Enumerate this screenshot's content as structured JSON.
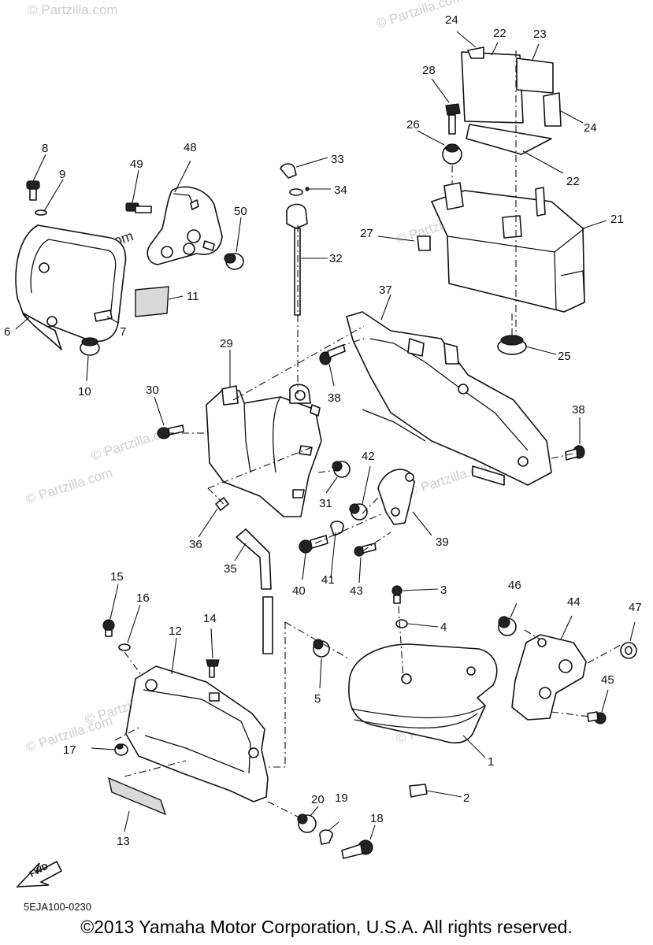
{
  "watermark": "© Partzilla.com",
  "watermark_prominent": "© Partzilla.com",
  "fwd_arrow": "FWD",
  "diagram_code": "5EJA100-0230",
  "copyright": "©2013 Yamaha Motor Corporation, U.S.A. All rights reserved.",
  "callouts": [
    "1",
    "2",
    "3",
    "4",
    "5",
    "6",
    "7",
    "8",
    "9",
    "10",
    "11",
    "12",
    "13",
    "14",
    "15",
    "16",
    "17",
    "18",
    "19",
    "20",
    "21",
    "22",
    "22",
    "23",
    "24",
    "24",
    "25",
    "26",
    "27",
    "28",
    "29",
    "30",
    "31",
    "32",
    "33",
    "34",
    "35",
    "36",
    "37",
    "38",
    "38",
    "39",
    "40",
    "41",
    "42",
    "43",
    "44",
    "45",
    "46",
    "47",
    "48",
    "49",
    "50"
  ]
}
